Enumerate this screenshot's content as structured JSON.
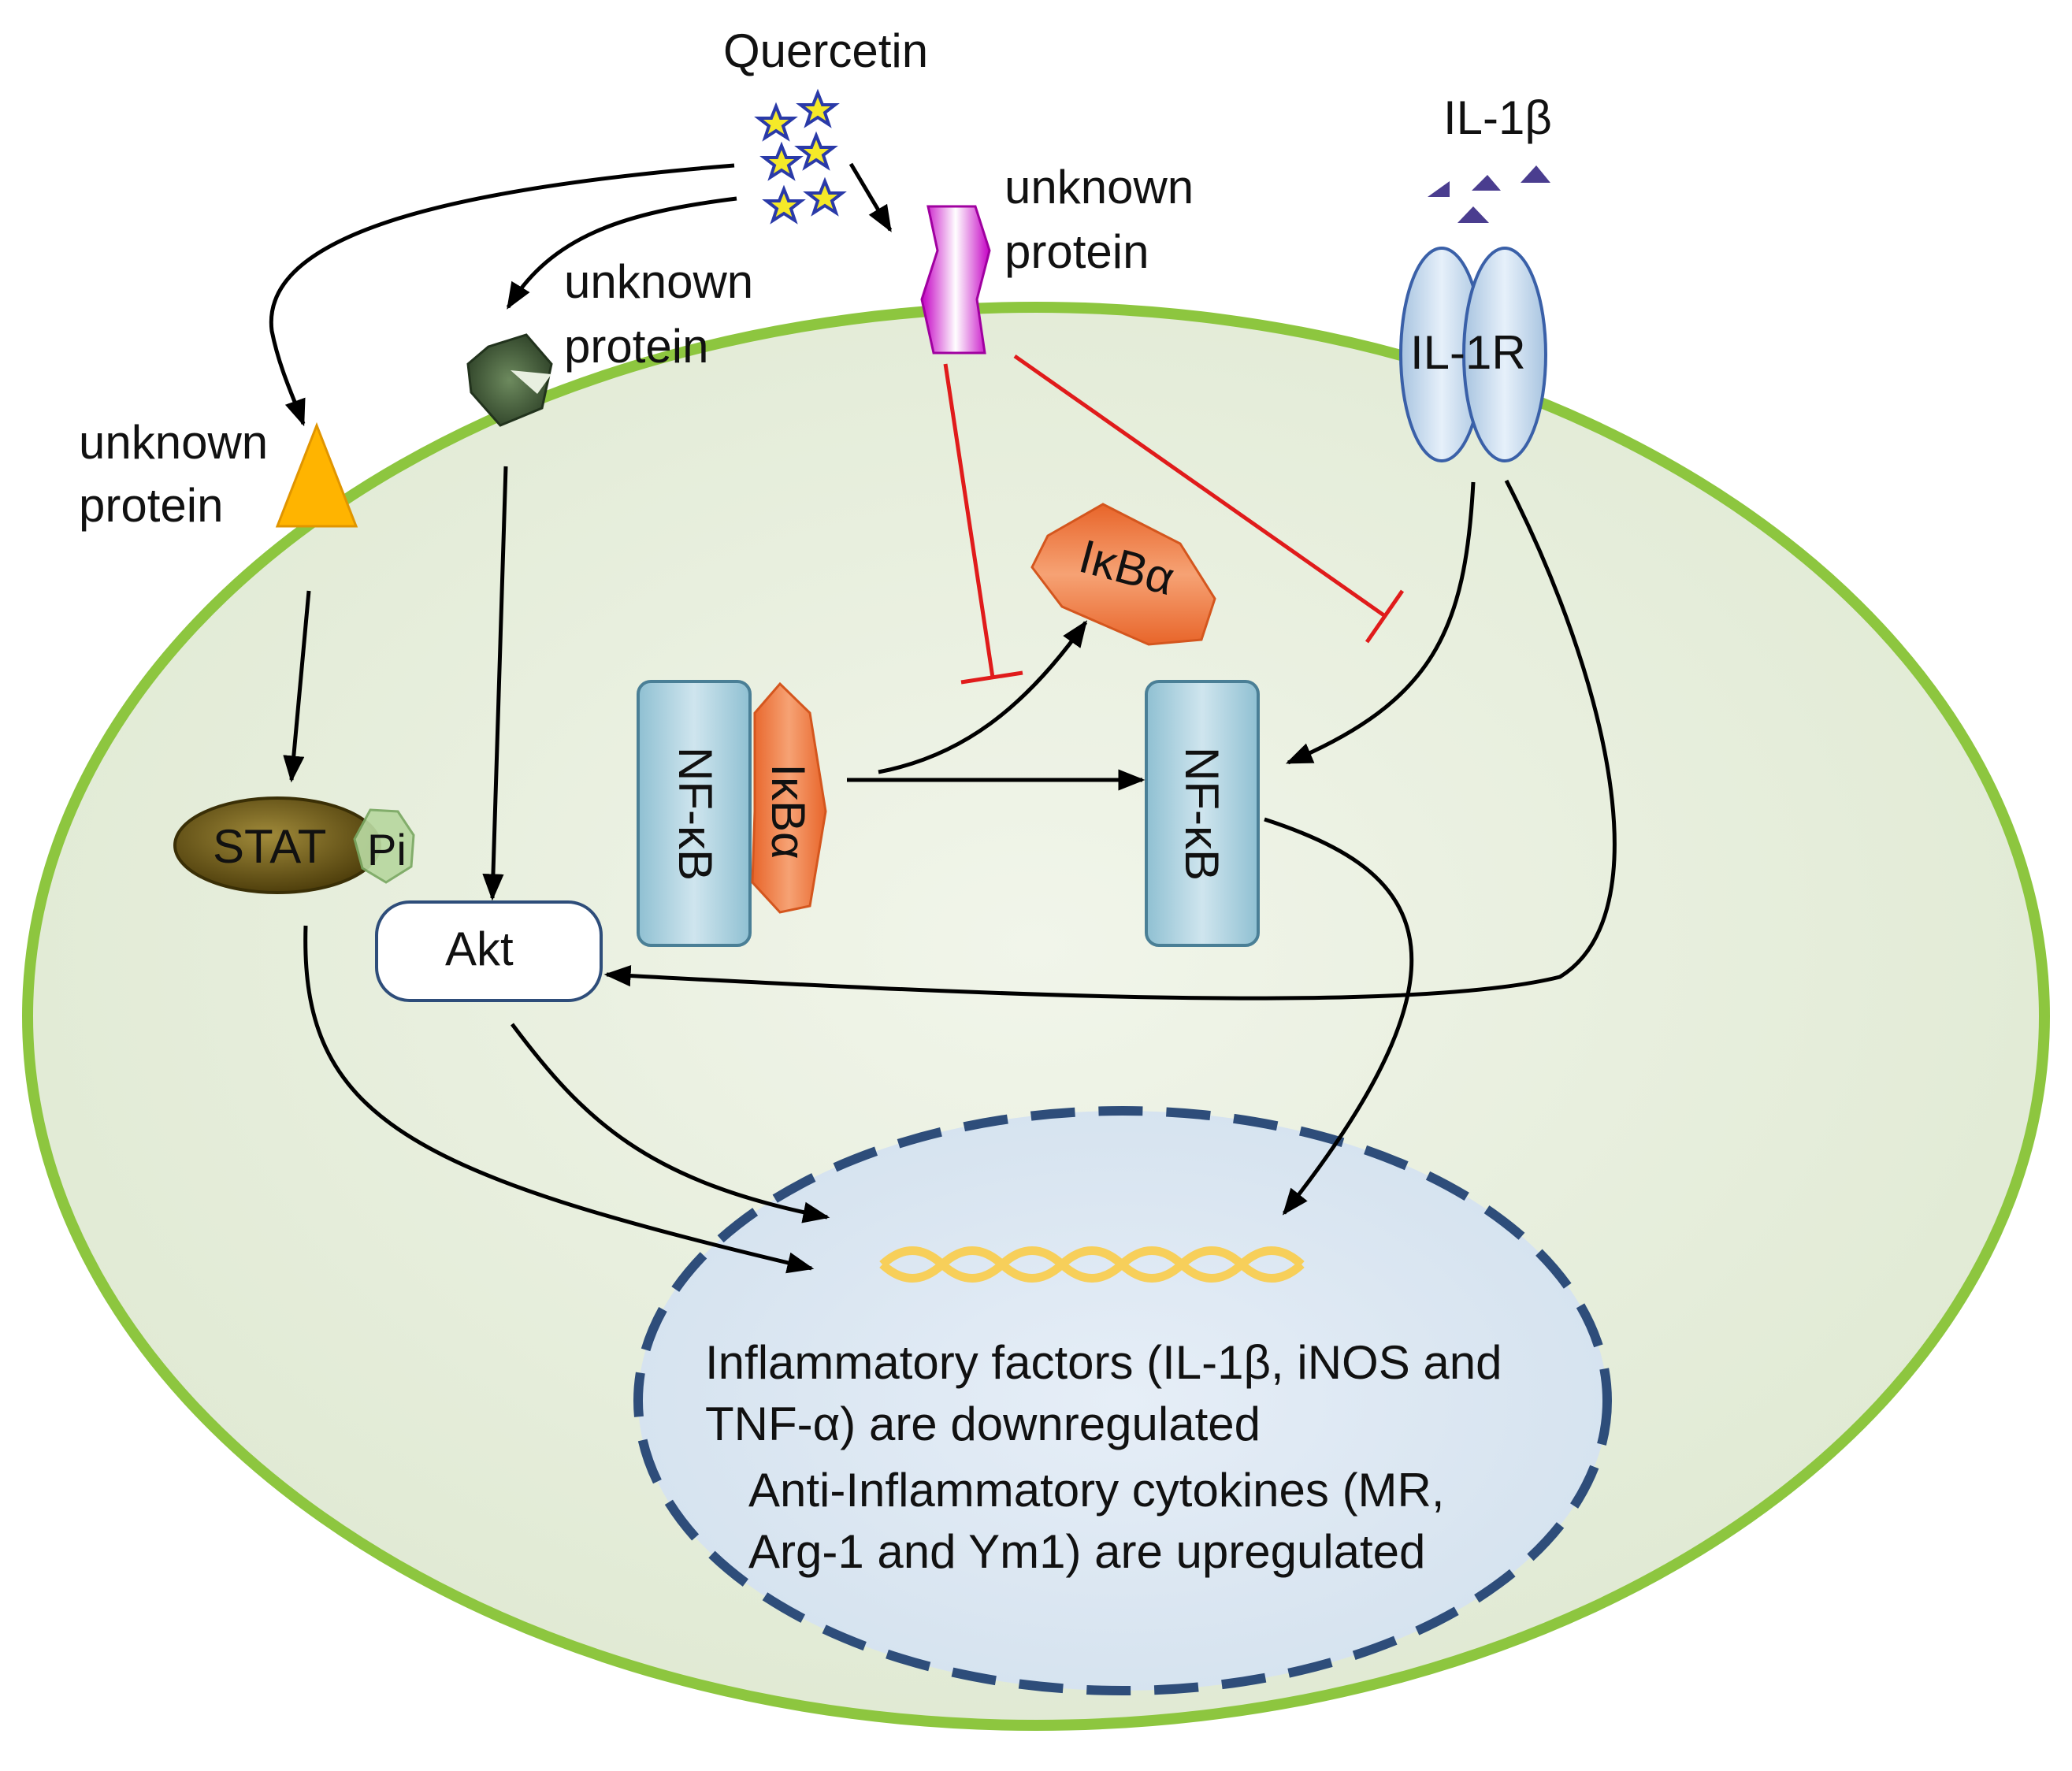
{
  "labels": {
    "quercetin": "Quercetin",
    "il1b": "IL-1β",
    "il1r": "IL-1R",
    "unknown_word": "unknown",
    "protein_word": "protein",
    "stat": "STAT",
    "pi": "Pi",
    "akt": "Akt",
    "nfkb": "NF-κB",
    "ikba": "IκBα"
  },
  "nucleus_text": {
    "line1": "Inflammatory factors (IL-1β, iNOS and",
    "line2": "TNF-α) are downregulated",
    "line3": "Anti-Inflammatory cytokines (MR,",
    "line4": "Arg-1 and Ym1) are upregulated"
  },
  "colors": {
    "cell_fill": "#e8f0de",
    "cell_border": "#8dc63f",
    "nucleus_fill": "#dce8f3",
    "nucleus_border": "#2e4d7a",
    "nfkb_fill": "#a9cfdc",
    "ikba_fill": "#f07c3a",
    "receptor_fill": "#c8dcf0",
    "inhibition": "#e01b1b",
    "arrow": "#000000",
    "dna": "#f7cf5a",
    "quercetin_star": "#f5e928",
    "unknown_triangle": "#ffb400",
    "unknown_pentagon": "#3a5233",
    "unknown_hexagon": "#cc00cc",
    "il1b_triangle": "#4a3d8f",
    "stat_fill": "#6b5a14"
  }
}
